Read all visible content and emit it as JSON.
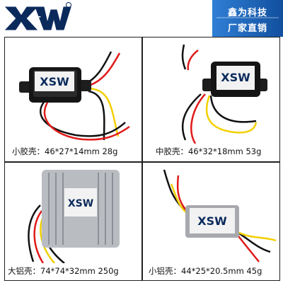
{
  "header": {
    "logo_icon": "xsw-logo",
    "brand_name": "鑫为科技",
    "brand_tagline": "厂家直销",
    "banner_color": "#1a5fb4"
  },
  "products": [
    {
      "caption": "小胶壳：46*27*14mm  28g",
      "housing": "small-plastic"
    },
    {
      "caption": "中胶壳：46*32*18mm  53g",
      "housing": "medium-plastic"
    },
    {
      "caption": "大铝壳：74*74*32mm  250g",
      "housing": "large-aluminum"
    },
    {
      "caption": "小铝壳：44*25*20.5mm  45g",
      "housing": "small-aluminum"
    }
  ]
}
